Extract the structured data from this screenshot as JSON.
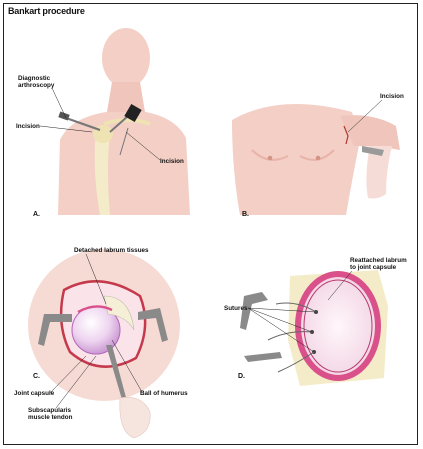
{
  "title": "Bankart procedure",
  "panels": {
    "a": {
      "letter": "A.",
      "labels": {
        "diag_line1": "Diagnostic",
        "diag_line2": "arthroscopy",
        "incision_left": "Incision",
        "incision_right": "Incision"
      }
    },
    "b": {
      "letter": "B.",
      "labels": {
        "incision": "Incision"
      }
    },
    "c": {
      "letter": "C.",
      "labels": {
        "detached": "Detached labrum tissues",
        "joint_capsule": "Joint capsule",
        "subscap_line1": "Subscapularis",
        "subscap_line2": "muscle tendon",
        "ball_humerus": "Ball of humerus"
      }
    },
    "d": {
      "letter": "D.",
      "labels": {
        "reattached_line1": "Reattached labrum",
        "reattached_line2": "to joint capsule",
        "sutures": "Sutures"
      }
    }
  },
  "colors": {
    "skin": "#f3cfc6",
    "skin_dark": "#e9b3a8",
    "bone": "#f4ecc8",
    "labrum": "#d9508a",
    "tissue": "#fbe3ea",
    "metal": "#8a8a8a"
  }
}
